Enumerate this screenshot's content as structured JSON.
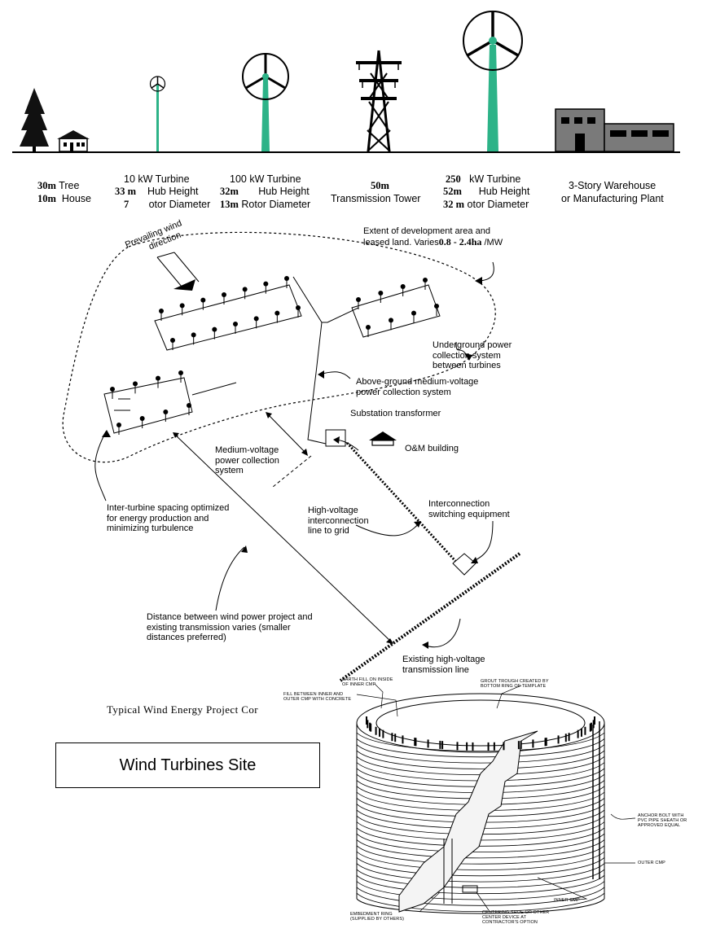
{
  "scale_labels": {
    "tree_house": {
      "val1": "30m",
      "name1": "Tree",
      "val2": "10m",
      "name2": "House"
    },
    "turbine_10kw": {
      "title": "10 kW Turbine",
      "val1": "33 m",
      "name1": "Hub Height",
      "val2": "7",
      "name2": "otor Diameter"
    },
    "turbine_100kw": {
      "title": "100 kW Turbine",
      "val1": "32m",
      "name1": "Hub Height",
      "val2": "13m",
      "name2": "Rotor Diameter"
    },
    "tower": {
      "val": "50m",
      "name": "Transmission Tower"
    },
    "turbine_250kw": {
      "val0": "250",
      "title": "kW Turbine",
      "val1": "52m",
      "name1": "Hub Height",
      "val2": "32 m",
      "name2": "otor Diameter"
    },
    "warehouse": {
      "line1": "3-Story Warehouse",
      "line2": "or Manufacturing Plant"
    }
  },
  "layout_annotations": {
    "prevailing_wind": [
      "Prevailing wind",
      "direction"
    ],
    "extent": [
      "Extent of development area and",
      "leased land.  Varies"
    ],
    "extent_value": "0.8 - 2.4ha",
    "extent_unit": "/MW",
    "underground": [
      "Underground power",
      "collection system",
      "between turbines"
    ],
    "above_ground": [
      "Above-ground medium-voltage",
      "power collection system"
    ],
    "substation": "Substation transformer",
    "om_building": "O&M building",
    "medium_voltage": [
      "Medium-voltage",
      "power collection",
      "system"
    ],
    "inter_turbine": [
      "Inter-turbine spacing optimized",
      "for energy production and",
      "minimizing turbulence"
    ],
    "high_voltage": [
      "High-voltage",
      "interconnection",
      "line to grid"
    ],
    "interconnection": [
      "Interconnection",
      "switching equipment"
    ],
    "distance": [
      "Distance between wind power project and",
      "existing transmission varies (smaller",
      "distances preferred)"
    ],
    "existing_hv": [
      "Existing high-voltage",
      "transmission line"
    ]
  },
  "caption": "Typical Wind Energy Project Cor",
  "site_box": "Wind Turbines Site",
  "foundation_labels": {
    "earth_fill": [
      "EARTH FILL ON INSIDE",
      "OF INNER CMP"
    ],
    "fill_between": [
      "FILL BETWEEN INNER AND",
      "OUTER CMP WITH CONCRETE"
    ],
    "grout": [
      "GROUT TROUGH CREATED BY",
      "BOTTOM RING OF TEMPLATE"
    ],
    "anchor": [
      "ANCHOR BOLT WITH",
      "PVC PIPE SHEATH OR",
      "APPROVED EQUAL"
    ],
    "outer": "OUTER CMP",
    "inner": "INNER CMP",
    "embedment": [
      "EMBEDMENT RING",
      "(SUPPLIED BY OTHERS)"
    ],
    "centering": [
      "CENTERING SHOE OR OTHER",
      "CENTER DEVICE AT",
      "CONTRACTOR'S OPTION"
    ]
  },
  "colors": {
    "turbine_tower": "#2db388",
    "building": "#7a7a7a",
    "ink": "#000000"
  }
}
